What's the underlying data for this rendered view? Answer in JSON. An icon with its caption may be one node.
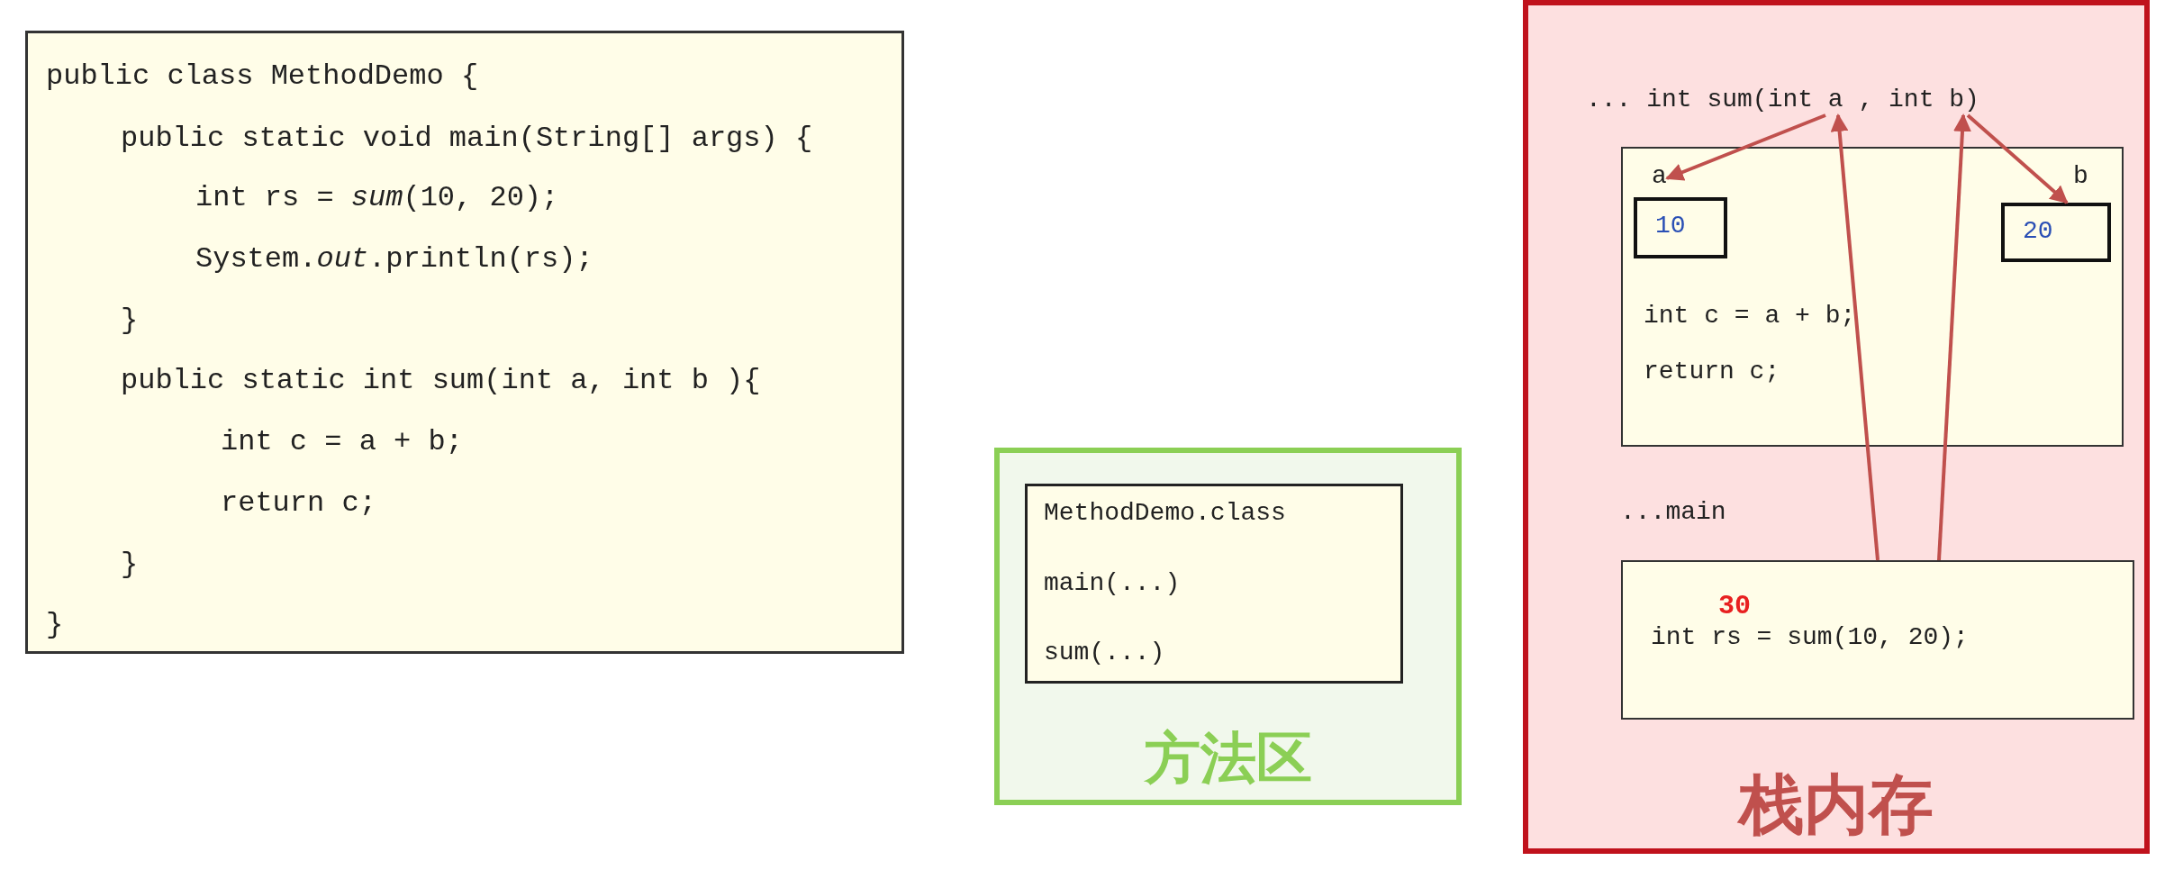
{
  "diagram": {
    "nodes": [
      {
        "text": [
          "public class MethodDemo {",
          "public static void main(String[] args) {",
          "int rs = *sum*(10, 20);",
          "System.*out*.println(rs);",
          "}",
          "public static int sum(int a, int b ){",
          "int c = a + b;",
          "return c;",
          "}",
          "}"
        ]
      },
      {
        "text": [
          "方法区"
        ]
      },
      {
        "text": [
          "MethodDemo.class",
          "main(...)",
          "sum(...)"
        ],
        "in": 1
      },
      {
        "text": [
          "栈内存"
        ]
      },
      {
        "text": [
          "... int sum(int a , int b)"
        ],
        "in": 3
      },
      {
        "text": [
          "int c = a + b;",
          "return c;"
        ],
        "in": 3
      },
      {
        "text": [
          "a"
        ],
        "in": 5
      },
      {
        "text": [
          "10"
        ],
        "in": 5
      },
      {
        "text": [
          "b"
        ],
        "in": 5
      },
      {
        "text": [
          "20"
        ],
        "in": 5
      },
      {
        "text": [
          "int rs = sum(10, 20);"
        ],
        "in": 3
      }
    ],
    "edges": [
      {
        "from": 10,
        "to": 4,
        "arrow": "to"
      },
      {
        "from": 4,
        "to": 6,
        "arrow": "to"
      },
      {
        "from": 10,
        "to": 4,
        "arrow": "to"
      },
      {
        "from": 4,
        "to": 9,
        "arrow": "to"
      }
    ],
    "labels": [
      "...main",
      "30"
    ]
  }
}
